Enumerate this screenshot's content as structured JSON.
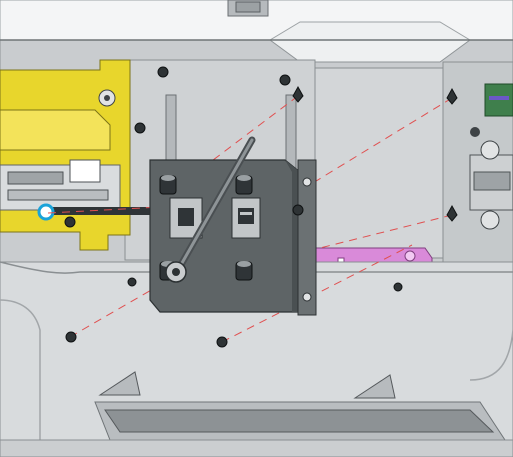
{
  "view": {
    "title": "",
    "background_color": "#ffffff",
    "colors": {
      "housing": "#d5d8da",
      "housing_shadow": "#a9adb0",
      "panel": "#c3c6c9",
      "bracket": "#5e6466",
      "bracket_dark": "#3f4446",
      "yellow_part": "#e8d62c",
      "magenta_part": "#d98ad9",
      "green_pcb": "#3f7f4c",
      "leader_line": "#e05050",
      "screw": "#2e3335"
    },
    "parts": {
      "tool": "screwdriver",
      "bracket": "port-bracket",
      "connector_a": "hdmi-port",
      "connector_b": "usb-port",
      "screws_shown": 12
    }
  }
}
